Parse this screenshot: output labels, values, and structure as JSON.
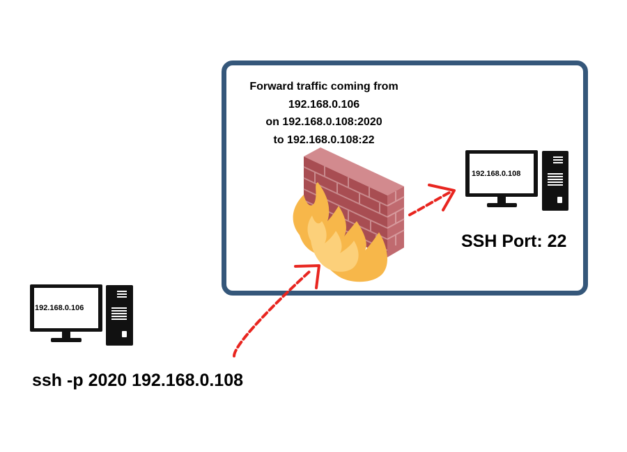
{
  "firewall_rule": {
    "line1": "Forward traffic coming from",
    "line2": "192.168.0.106",
    "line3": "on 192.168.0.108:2020",
    "line4": "to 192.168.0.108:22"
  },
  "server": {
    "ip": "192.168.0.108",
    "port_label": "SSH Port: 22"
  },
  "client": {
    "ip": "192.168.0.106",
    "command": "ssh -p 2020 192.168.0.108"
  },
  "colors": {
    "frame": "#35577a",
    "arrow": "#e8251f",
    "brick_front": "#a84d52",
    "brick_side": "#c06a6f",
    "flame": "#f7b74a",
    "flame_light": "#fcd07a",
    "computer": "#111111"
  },
  "icons": {
    "firewall": "brick-wall-with-flames-icon",
    "computer": "desktop-computer-icon"
  }
}
